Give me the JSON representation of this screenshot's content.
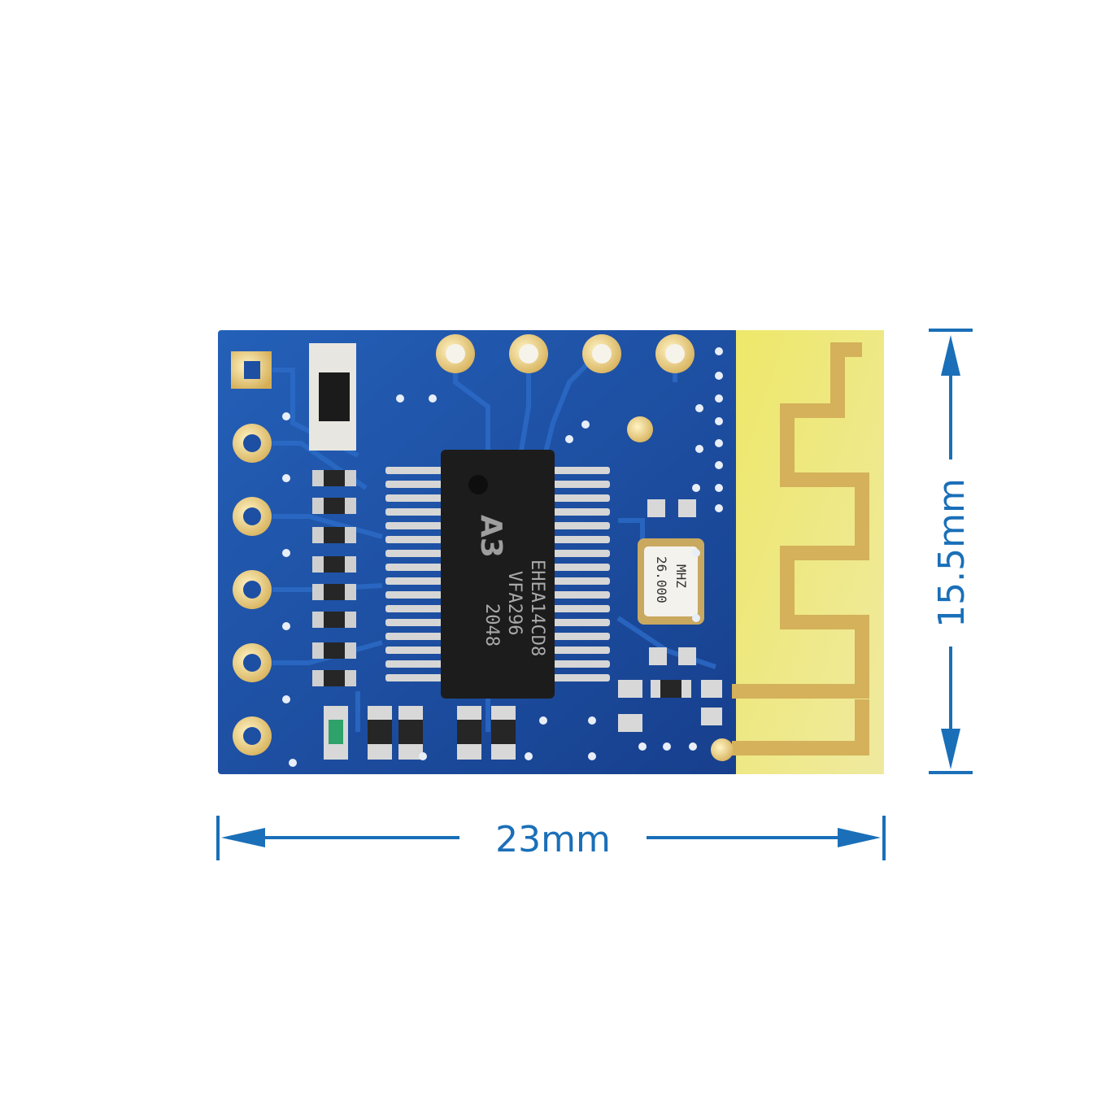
{
  "dimensions": {
    "width_label": "23mm",
    "height_label": "15.5mm"
  },
  "chip": {
    "logo": "A3",
    "line1": "EHEA14CD8",
    "line2": "VFA296",
    "line3": "2048"
  },
  "crystal": {
    "freq": "26.000",
    "unit": "MHZ"
  },
  "colors": {
    "pcb": "#1d4fa3",
    "pcb_dark": "#143c85",
    "antenna_area": "#e8e27a",
    "gold": "#d9b25a",
    "dimension": "#1a6fb8"
  }
}
